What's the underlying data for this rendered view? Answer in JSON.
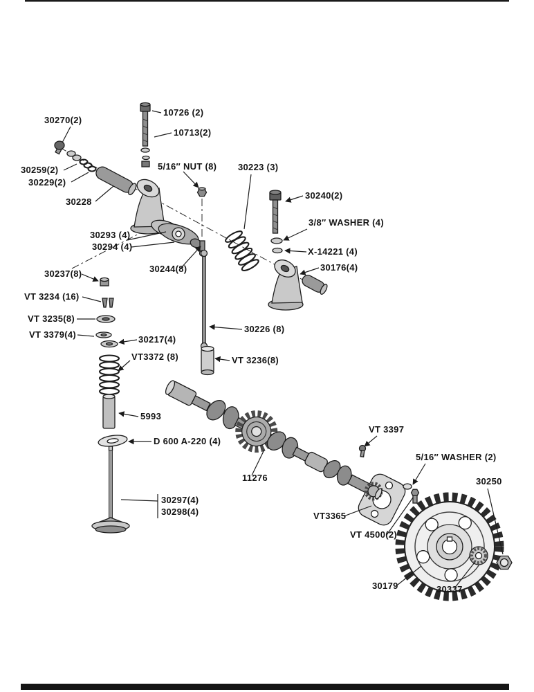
{
  "page": {
    "background": "#ffffff",
    "ink": "#1a1a1a"
  },
  "labels": [
    {
      "id": "30270",
      "text": "30270(2)"
    },
    {
      "id": "10726",
      "text": "10726 (2)"
    },
    {
      "id": "10713",
      "text": "10713(2)"
    },
    {
      "id": "30259",
      "text": "30259(2)"
    },
    {
      "id": "30229",
      "text": "30229(2)"
    },
    {
      "id": "30228",
      "text": "30228"
    },
    {
      "id": "nut-516",
      "text": "5/16″ NUT (8)"
    },
    {
      "id": "30223",
      "text": "30223 (3)"
    },
    {
      "id": "30240",
      "text": "30240(2)"
    },
    {
      "id": "washer-38",
      "text": "3/8″ WASHER (4)"
    },
    {
      "id": "x14221",
      "text": "X-14221 (4)"
    },
    {
      "id": "30176",
      "text": "30176(4)"
    },
    {
      "id": "30293",
      "text": "30293 (4)"
    },
    {
      "id": "30294",
      "text": "30294 (4)"
    },
    {
      "id": "30244",
      "text": "30244(8)"
    },
    {
      "id": "30237",
      "text": "30237(8)"
    },
    {
      "id": "vt3234",
      "text": "VT 3234 (16)"
    },
    {
      "id": "vt3235",
      "text": "VT 3235(8)"
    },
    {
      "id": "vt3379",
      "text": "VT 3379(4)"
    },
    {
      "id": "30217",
      "text": "30217(4)"
    },
    {
      "id": "vt3372",
      "text": "VT3372 (8)"
    },
    {
      "id": "30226",
      "text": "30226 (8)"
    },
    {
      "id": "vt3236",
      "text": "VT 3236(8)"
    },
    {
      "id": "5993",
      "text": "5993"
    },
    {
      "id": "d600a220",
      "text": "D 600 A-220 (4)"
    },
    {
      "id": "30297",
      "text": "30297(4)"
    },
    {
      "id": "30298",
      "text": "30298(4)"
    },
    {
      "id": "11276",
      "text": "11276"
    },
    {
      "id": "vt3397",
      "text": "VT 3397"
    },
    {
      "id": "washer-516",
      "text": "5/16″ WASHER (2)"
    },
    {
      "id": "30250",
      "text": "30250"
    },
    {
      "id": "vt3365",
      "text": "VT3365"
    },
    {
      "id": "vt4500",
      "text": "VT 4500(2)"
    },
    {
      "id": "30179",
      "text": "30179"
    },
    {
      "id": "30337",
      "text": "30337"
    }
  ]
}
